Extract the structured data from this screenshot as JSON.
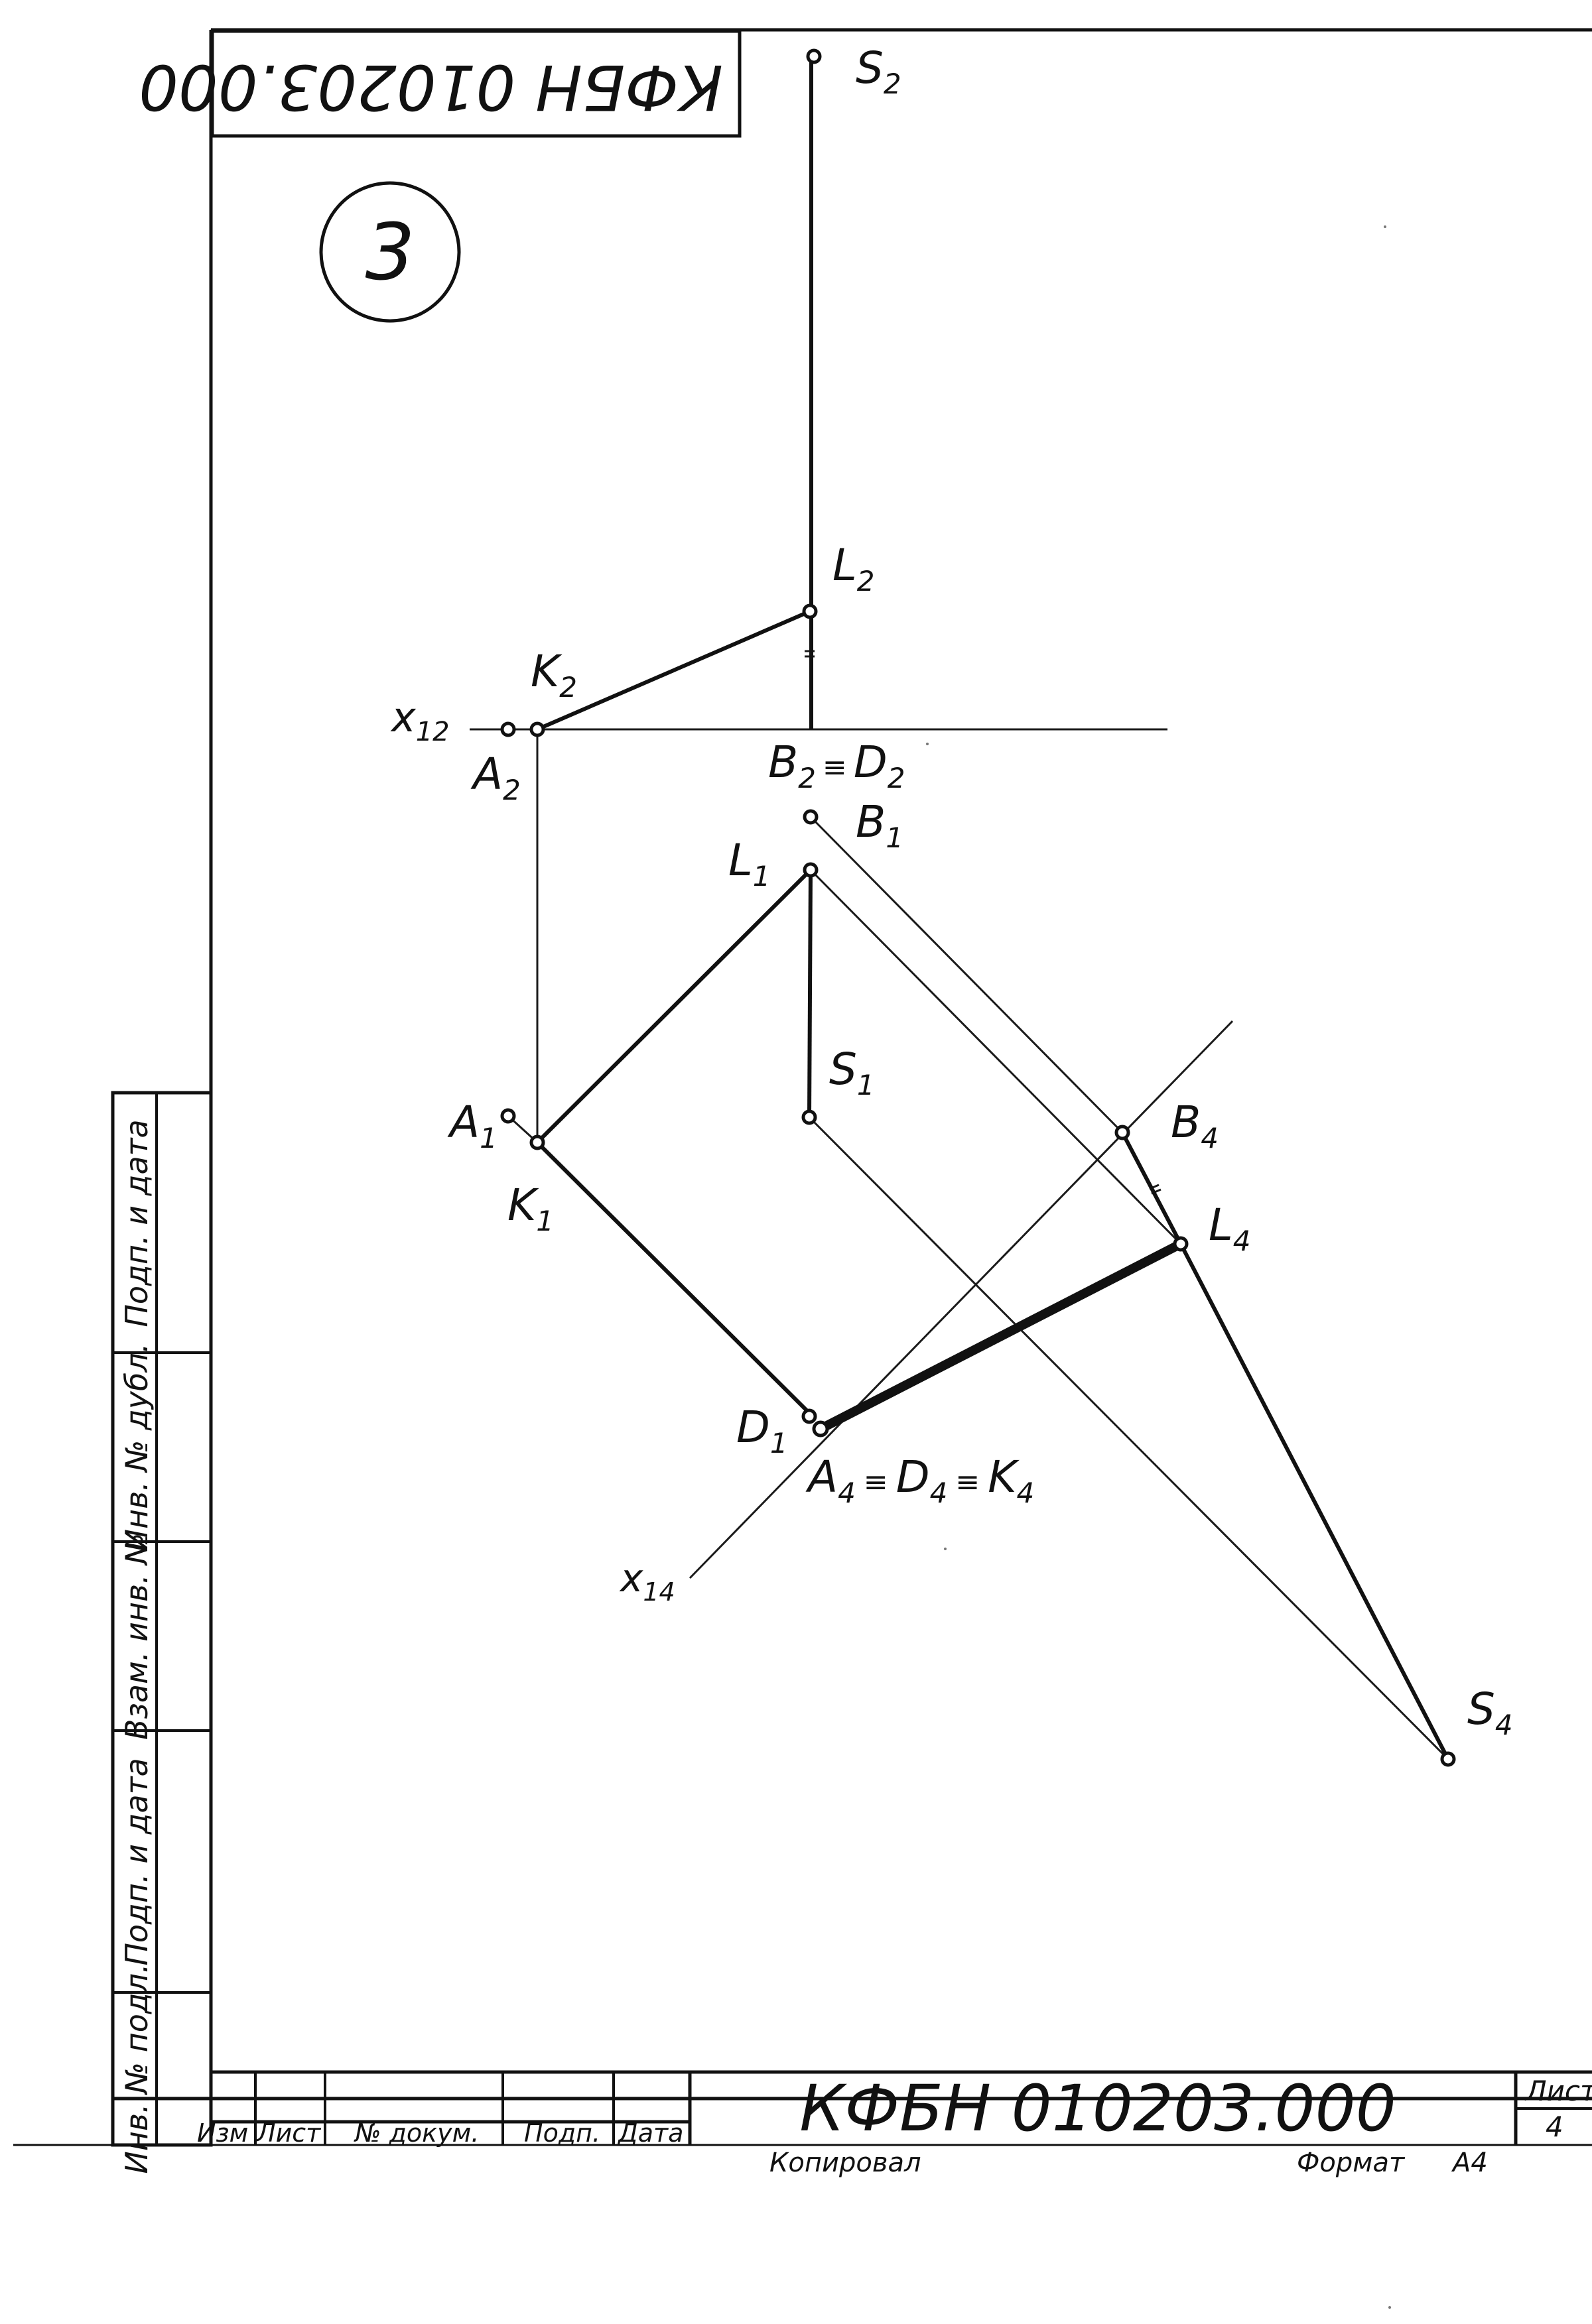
{
  "stamp_code_mirrored": "КФБН 010203.000",
  "task_number": "3",
  "points": {
    "S2": "S",
    "S2_sub": "2",
    "L2": "L",
    "L2_sub": "2",
    "K2": "K",
    "K2_sub": "2",
    "A2": "A",
    "A2_sub": "2",
    "x12": "x",
    "x12_sub": "12",
    "B2D2_b": "B",
    "B2D2_bsub": "2",
    "B2D2_eq": "≡",
    "B2D2_d": "D",
    "B2D2_dsub": "2",
    "B1": "B",
    "B1_sub": "1",
    "L1": "L",
    "L1_sub": "1",
    "S1": "S",
    "S1_sub": "1",
    "A1": "A",
    "A1_sub": "1",
    "K1": "K",
    "K1_sub": "1",
    "D1": "D",
    "D1_sub": "1",
    "B4": "B",
    "B4_sub": "4",
    "L4": "L",
    "L4_sub": "4",
    "S4": "S",
    "S4_sub": "4",
    "A4D4K4_a": "A",
    "A4D4K4_asub": "4",
    "A4D4K4_eq1": "≡",
    "A4D4K4_d": "D",
    "A4D4K4_dsub": "4",
    "A4D4K4_eq2": "≡",
    "A4D4K4_k": "K",
    "A4D4K4_ksub": "4",
    "x14": "x",
    "x14_sub": "14"
  },
  "side_strip": {
    "podp_data_top": "Подп. и дата",
    "inv_dubl": "Инв. № дубл.",
    "vzam_inv": "Взам. инв. №",
    "podp_data_bottom": "Подп. и дата",
    "inv_podl": "Инв. № подл."
  },
  "title_block": {
    "izm": "Изм",
    "list": "Лист",
    "n_dokum": "№ докум.",
    "podp": "Подп.",
    "data": "Дата",
    "code": "КФБН 010203.000",
    "list_label": "Лист",
    "sheet_no": "4",
    "kopiroval": "Копировал",
    "format_label": "Формат",
    "format_value": "А4"
  }
}
